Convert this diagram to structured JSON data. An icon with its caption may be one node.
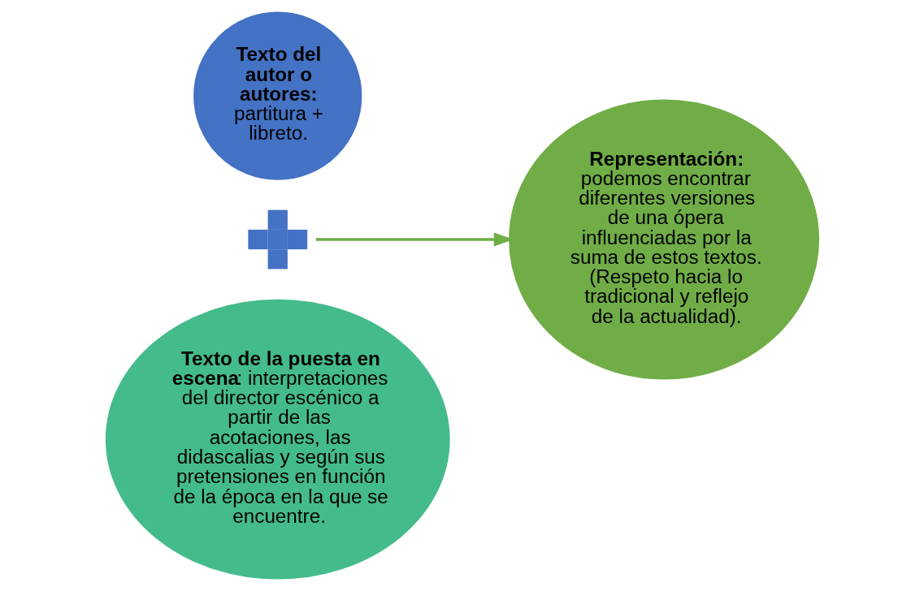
{
  "diagram": {
    "nodes": [
      {
        "text": [
          "Texto del autor o autores:",
          "partitura + libreto."
        ]
      },
      {
        "text": [],
        "shape": "plus"
      },
      {
        "text": [
          "**Texto de la puesta en escena**: interpretaciones del director escénico a partir de las acotaciones, las didascalias y según sus pretensiones en función de la época en la que se encuentre."
        ]
      },
      {
        "text": [
          "Representación:",
          "podemos encontrar diferentes versiones de una ópera influenciadas por la suma de estos textos. (Respeto hacia lo tradicional y reflejo de la actualidad)."
        ]
      }
    ],
    "edges": [
      {
        "from": 1,
        "to": 3,
        "arrow": "to"
      }
    ]
  }
}
